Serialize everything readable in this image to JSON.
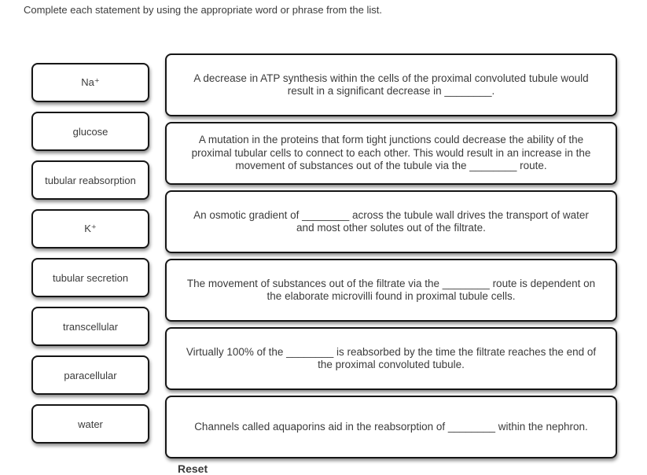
{
  "instruction": "Complete each statement by using the appropriate word or phrase from the list.",
  "colors": {
    "border": "#161616",
    "text": "#3b3b3b",
    "background": "#ffffff"
  },
  "word_bank": {
    "items": [
      {
        "label": "Na⁺"
      },
      {
        "label": "glucose"
      },
      {
        "label": "tubular reabsorption"
      },
      {
        "label": "K⁺"
      },
      {
        "label": "tubular secretion"
      },
      {
        "label": "transcellular"
      },
      {
        "label": "paracellular"
      },
      {
        "label": "water"
      }
    ]
  },
  "statements": [
    {
      "text": "A decrease in ATP synthesis within the cells of the proximal convoluted tubule would result in a significant decrease in ________."
    },
    {
      "text": "A mutation in the proteins that form tight junctions could decrease the ability of the proximal tubular cells to connect to each other. This would result in an increase in the movement of substances out of the tubule via the ________ route."
    },
    {
      "text": "An osmotic gradient of ________ across the tubule wall drives the transport of water and most other solutes out of the filtrate."
    },
    {
      "text": "The movement of substances out of the filtrate via the ________ route is dependent on the elaborate microvilli found in proximal tubule cells."
    },
    {
      "text": "Virtually 100% of the ________ is reabsorbed by the time the filtrate reaches the end of the proximal convoluted tubule."
    },
    {
      "text": "Channels called aquaporins aid in the reabsorption of ________ within the nephron."
    }
  ],
  "footer": {
    "reset_label": "Reset"
  }
}
